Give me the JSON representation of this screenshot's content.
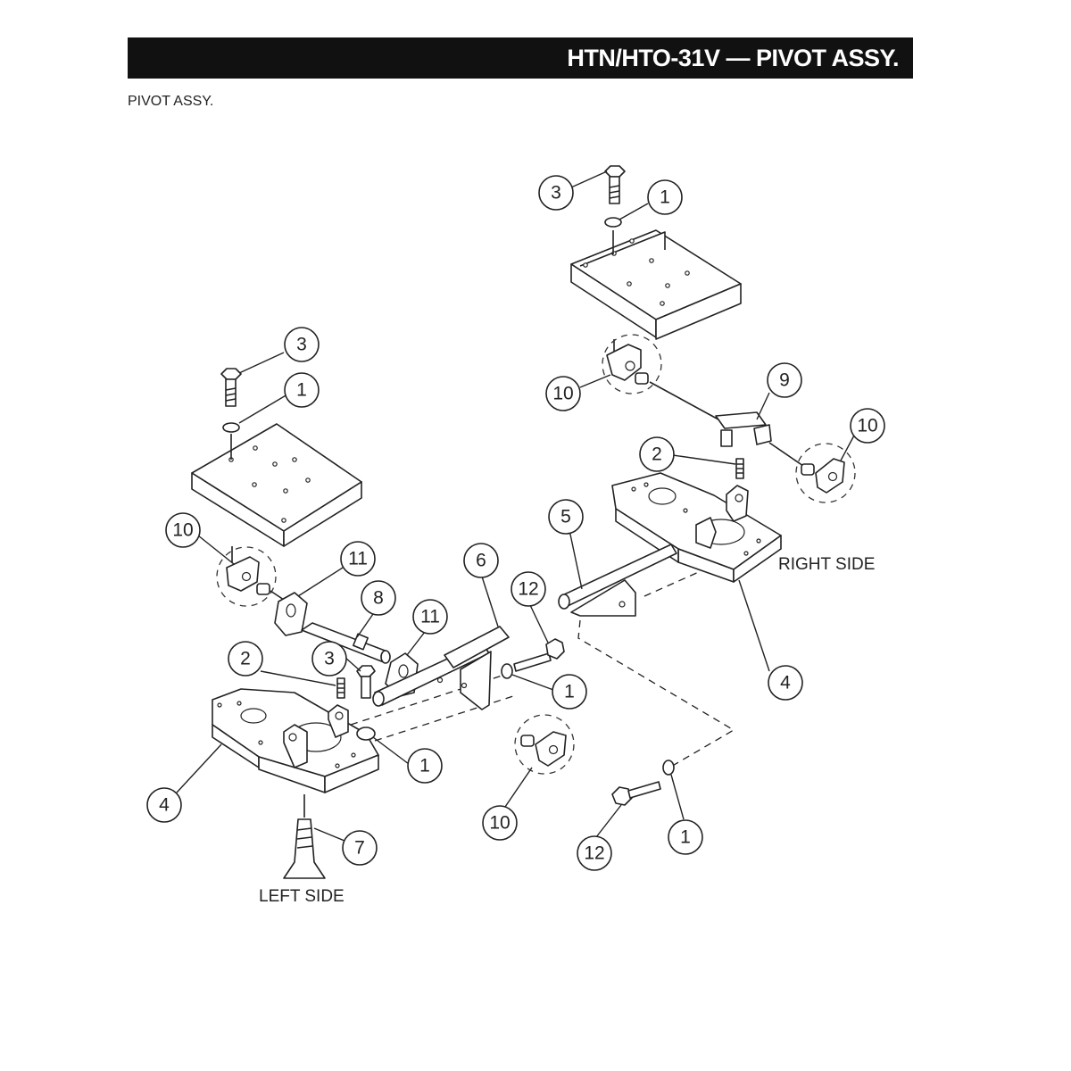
{
  "header": {
    "title": "HTN/HTO-31V — PIVOT ASSY.",
    "subtitle": "PIVOT ASSY."
  },
  "labels": {
    "left_side": "LEFT SIDE",
    "right_side": "RIGHT SIDE"
  },
  "callouts": {
    "c1": "3",
    "c2": "1",
    "c3": "3",
    "c4": "1",
    "c5": "10",
    "c6": "9",
    "c7": "10",
    "c8": "2",
    "c9": "10",
    "c10": "11",
    "c11": "5",
    "c12": "8",
    "c13": "6",
    "c14": "12",
    "c15": "11",
    "c16": "2",
    "c17": "3",
    "c18": "1",
    "c19": "1",
    "c20": "4",
    "c21": "4",
    "c22": "10",
    "c23": "7",
    "c24": "12",
    "c25": "1"
  }
}
